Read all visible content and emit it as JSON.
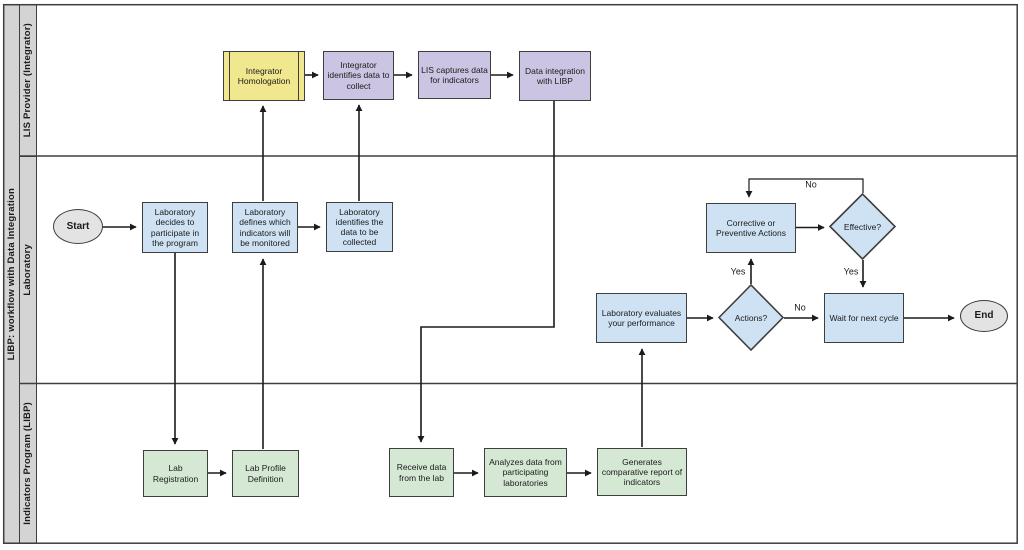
{
  "pool": {
    "title": "LIBP: workflow with Data Integration"
  },
  "lanes": [
    {
      "label": "LIS Provider (Integrator)"
    },
    {
      "label": "Laboratory"
    },
    {
      "label": "Indicators Program (LIBP)"
    }
  ],
  "nodes": {
    "start": {
      "label": "Start"
    },
    "integrator_homologation": {
      "label": "Integrator Homologation"
    },
    "integrator_identifies": {
      "label": "Integrator identifies data to collect"
    },
    "lis_captures": {
      "label": "LIS captures data for indicators"
    },
    "data_integration": {
      "label": "Data integration with LIBP"
    },
    "lab_decides": {
      "label": "Laboratory decides to participate in the program"
    },
    "lab_defines": {
      "label": "Laboratory defines which indicators will be monitored"
    },
    "lab_identifies": {
      "label": "Laboratory identifies the data to be collected"
    },
    "lab_evaluates": {
      "label": "Laboratory evaluates your performance"
    },
    "actions": {
      "label": "Actions?"
    },
    "corrective": {
      "label": "Corrective or Preventive Actions"
    },
    "effective": {
      "label": "Effective?"
    },
    "wait_cycle": {
      "label": "Wait for next cycle"
    },
    "end": {
      "label": "End"
    },
    "lab_registration": {
      "label": "Lab Registration"
    },
    "lab_profile": {
      "label": "Lab Profile Definition"
    },
    "receive_data": {
      "label": "Receive data from the lab"
    },
    "analyzes_data": {
      "label": "Analyzes data from participating laboratories"
    },
    "generates_report": {
      "label": "Generates comparative report of indicators"
    }
  },
  "edge_labels": {
    "actions_yes": "Yes",
    "actions_no": "No",
    "effective_yes": "Yes",
    "effective_no": "No"
  },
  "colors": {
    "stroke": "#3e3e3e",
    "yellow_fill": "#f1e78f",
    "purple_fill": "#cbc5e3",
    "blue_fill": "#cfe2f3",
    "green_fill": "#d5e8d4",
    "terminator_fill": "#e3e3e3",
    "lane_fill": "#d4d4d4"
  }
}
